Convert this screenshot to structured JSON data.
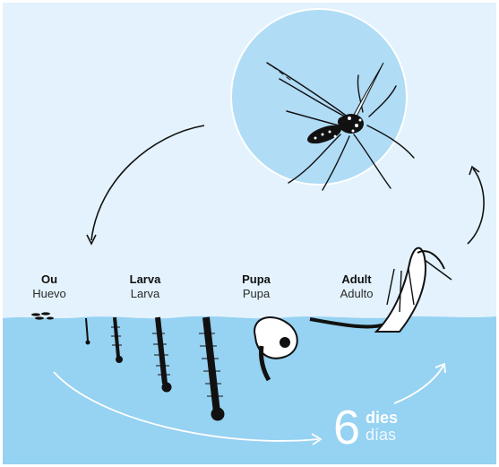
{
  "stages": [
    {
      "name_ca": "Ou",
      "name_es": "Huevo"
    },
    {
      "name_ca": "Larva",
      "name_es": "Larva"
    },
    {
      "name_ca": "Pupa",
      "name_es": "Pupa"
    },
    {
      "name_ca": "Adult",
      "name_es": "Adulto"
    }
  ],
  "duration": {
    "number": "6",
    "unit_ca": "dies",
    "unit_es": "días"
  },
  "colors": {
    "sky": "#e3f2fc",
    "water": "#96d2f2",
    "circle": "#b0dcf6",
    "ink": "#111111",
    "arrow_white": "#ffffff"
  }
}
